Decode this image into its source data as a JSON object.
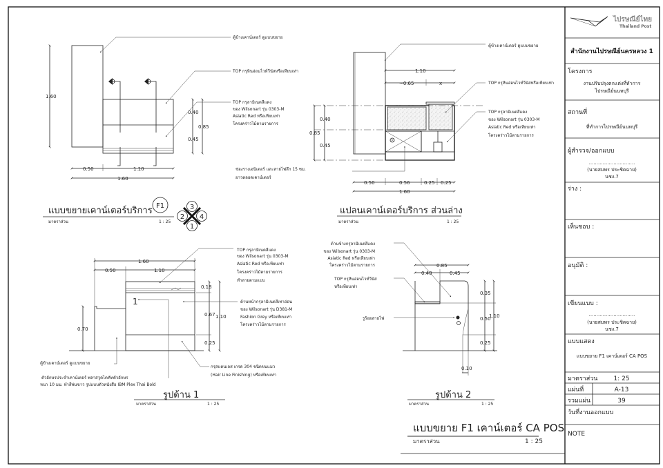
{
  "title_block": {
    "logo_thai": "ไปรษณีย์ไทย",
    "logo_en": "Thailand Post",
    "office": "สำนักงานไปรษณีย์นครหลวง 1",
    "project_label": "โครงการ",
    "project_lines": [
      "งานปรับปรุงตกแต่งที่ทำการ",
      "ไปรษณีย์นนทบุรี"
    ],
    "location_label": "สถานที่",
    "location_value": "ที่ทำการไปรษณีย์นนทบุรี",
    "designer_label": "ผู้สำรวจ/ออกแบบ",
    "signature_line": "..............................",
    "designer_name": "(นายสมพร ประชิดฉาย)",
    "designer_position": "นชง.7",
    "draft_label": "ร่าง :",
    "agreed_label": "เห็นชอบ :",
    "approved_label": "อนุมัติ :",
    "drawn_label": "เขียนแบบ :",
    "drawn_name": "(นายสมพร ประชิดฉาย)",
    "drawn_position": "นชง.7",
    "sheet_desc_label": "แบบแสดง",
    "sheet_desc_value": "แบบขยาย F1 เคาน์เตอร์ CA POS",
    "scale_label": "มาตราส่วน",
    "scale_value": "1: 25",
    "sheet_label": "แผ่นที่",
    "sheet_value": "A-13",
    "total_label": "รวมแผ่น",
    "total_value": "39",
    "date_label": "วันที่งานออกแบบ",
    "note_label": "NOTE"
  },
  "notes": {
    "side_cabinet": "ตู้ข้างเคาน์เตอร์ ดูแบบขยาย",
    "top_marble": "TOP กรุหินอ่อนไวท์วีนัสหรือเทียบเท่า",
    "top_red": [
      "TOP กรุลามิเนตสีแดง",
      "ของ Wilsonart รุ่น 0303-M",
      "Asiatic Red หรือเทียบเท่า",
      "โครงคร่าวไม้ตามรายการ"
    ],
    "cable_tray": [
      "ช่องรางเอนิเตอร์ และสายไฟลึก 15 ซม.",
      "ยาวตลอดเคาน์เตอร์"
    ],
    "elev1_top": [
      "TOP กรุลามิเนตสีแดง",
      "ของ Wilsonart รุ่น 0303-M",
      "Asiatic Red หรือเทียบเท่า",
      "โครงคร่าวไม้ตามรายการ",
      "ทำลายตามแบบ"
    ],
    "elev1_front": [
      "ด้านหน้ากรุลามิเนตสีเทาอ่อน",
      "ของ Wilsonart รุ่น D381-M",
      "Fashion Grey หรือเทียบเท่า",
      "โครงคร่าวไม้ตามรายการ"
    ],
    "elev1_base": [
      "กรุสแตนเลส เกรด 304 ชนิดขนแมว",
      "(Hair Line Finishing) หรือเทียบเท่า"
    ],
    "elev1_letters": [
      "ตัวอักษรประจำเคาน์เตอร์ พลาสวูดไดคัทตัวอักษร",
      "หนา 10 มม. ทำสีพ่นขาว รูปแบบตัวหนังสือ IBM Plex Thai Bold"
    ],
    "elev1_marker": "1",
    "elev2_side": [
      "ด้านข้างกรุลามิเนตสีแดง",
      "ของ Wilsonart รุ่น 0303-M",
      "Asiatic Red หรือเทียบเท่า",
      "โครงคร่าวไม้ตามรายการ"
    ],
    "elev2_top": [
      "TOP กรุหินอ่อนไวท์วีนัส",
      "หรือเทียบเท่า"
    ],
    "elev2_hole": "รูร้อยสายไฟ"
  },
  "dims": {
    "d160": "1.60",
    "d110": "1.10",
    "d050": "0.50",
    "d040": "0.40",
    "d045": "0.45",
    "d085": "0.85",
    "d065": "~0.65",
    "dx": "x",
    "d056": "0.56",
    "d025": "0.25",
    "d018": "0.18",
    "d067": "0.67",
    "d070": "0.70",
    "d035": "0.35",
    "d010": "0.10"
  },
  "views": {
    "enlarged": {
      "title": "แบบขยายเคาน์เตอร์บริการ",
      "scale_label": "มาตราส่วน",
      "scale": "1 : 25",
      "tag": "F1",
      "compass": [
        "3",
        "2",
        "4",
        "1"
      ]
    },
    "plan": {
      "title": "แปลนเคาน์เตอร์บริการ ส่วนล่าง",
      "scale_label": "มาตราส่วน",
      "scale": "1 : 25"
    },
    "elev1": {
      "title": "รูปด้าน 1",
      "scale_label": "มาตราส่วน",
      "scale": "1 : 25"
    },
    "elev2": {
      "title": "รูปด้าน 2",
      "scale_label": "มาตราส่วน",
      "scale": "1 : 25"
    },
    "sheet": {
      "title": "แบบขยาย F1 เคาน์เตอร์ CA POS",
      "scale_label": "มาตราส่วน",
      "scale": "1 : 25"
    }
  }
}
